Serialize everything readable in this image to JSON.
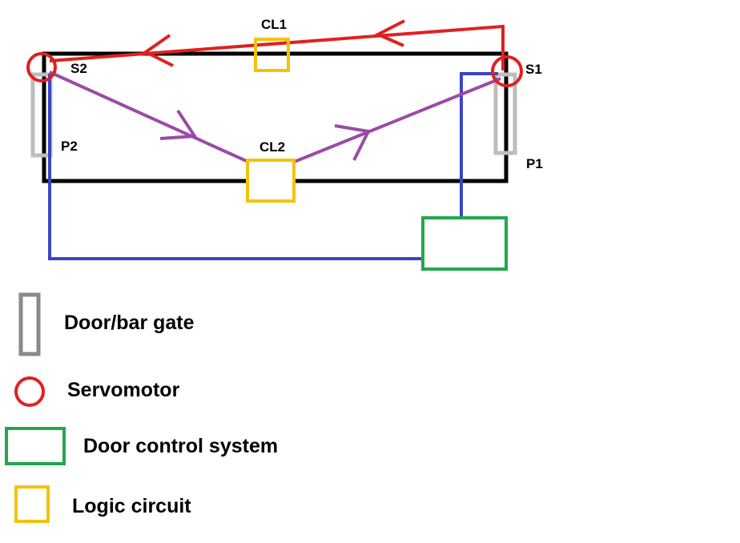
{
  "labels": {
    "cl1": "CL1",
    "cl2": "CL2",
    "s1": "S1",
    "s2": "S2",
    "p1": "P1",
    "p2": "P2"
  },
  "legend": {
    "door": "Door/bar gate",
    "servo": "Servomotor",
    "control": "Door control system",
    "logic": "Logic circuit"
  },
  "colors": {
    "frame": "#000000",
    "servomotor": "#e02020",
    "signal_path": "#9b4aa6",
    "wiring": "#3b44c4",
    "door_control": "#22a84a",
    "logic_circuit": "#f4c20d",
    "door_gate": "#a8a8a8"
  },
  "icons": [
    "door-gate-icon",
    "servomotor-icon",
    "door-control-system-icon",
    "logic-circuit-icon"
  ]
}
